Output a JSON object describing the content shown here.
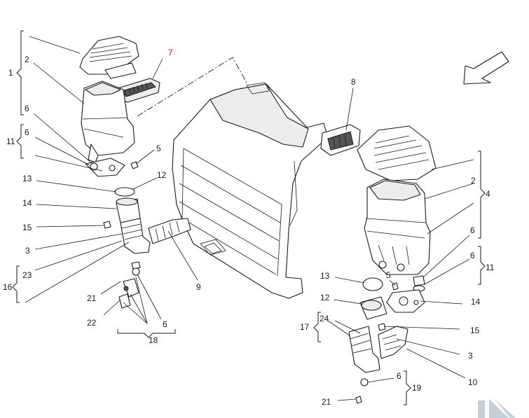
{
  "highlight_color": "#e0001b",
  "line_color": "#1a1a1a",
  "nav_icon": "next-page-arrow-icon",
  "labels": {
    "l1": "1",
    "l2a": "2",
    "l6a": "6",
    "l11a": "11",
    "l6b": "6",
    "l5a": "5",
    "l12a": "12",
    "l13a": "13",
    "l14a": "14",
    "l15a": "15",
    "l3a": "3",
    "l23": "23",
    "l16": "16",
    "l21a": "21",
    "l22": "22",
    "l6c": "6",
    "l18": "18",
    "l9": "9",
    "l7": "7",
    "l8": "8",
    "l2b": "2",
    "l4": "4",
    "l6d": "6",
    "l6e": "6",
    "l11b": "11",
    "l5b": "5",
    "l13b": "13",
    "l12b": "12",
    "l14b": "14",
    "l17": "17",
    "l24": "24",
    "l15b": "15",
    "l3b": "3",
    "l10": "10",
    "l6f": "6",
    "l19": "19",
    "l21b": "21"
  }
}
